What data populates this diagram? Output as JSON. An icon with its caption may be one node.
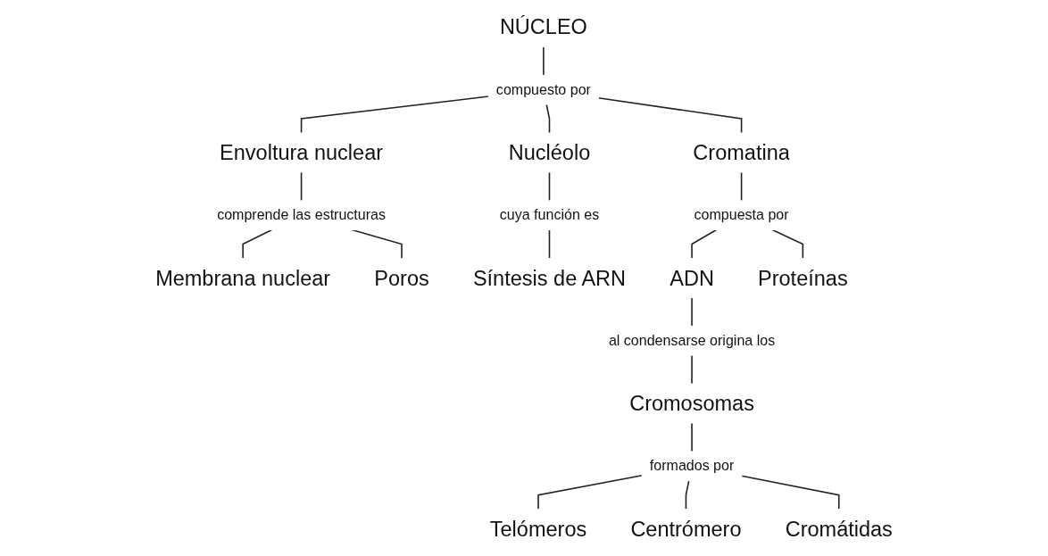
{
  "diagram": {
    "nodes": [
      {
        "text": [
          "NÚCLEO"
        ]
      },
      {
        "text": [
          "compuesto por"
        ]
      },
      {
        "text": [
          "Envoltura nuclear"
        ]
      },
      {
        "text": [
          "Nucléolo"
        ]
      },
      {
        "text": [
          "Cromatina"
        ]
      },
      {
        "text": [
          "comprende las estructuras"
        ]
      },
      {
        "text": [
          "Membrana nuclear"
        ]
      },
      {
        "text": [
          "Poros"
        ]
      },
      {
        "text": [
          "cuya función es"
        ]
      },
      {
        "text": [
          "Síntesis de ARN"
        ]
      },
      {
        "text": [
          "compuesta por"
        ]
      },
      {
        "text": [
          "ADN"
        ]
      },
      {
        "text": [
          "Proteínas"
        ]
      },
      {
        "text": [
          "al condensarse origina los"
        ]
      },
      {
        "text": [
          "Cromosomas"
        ]
      },
      {
        "text": [
          "formados por"
        ]
      },
      {
        "text": [
          "Telómeros"
        ]
      },
      {
        "text": [
          "Centrómero"
        ]
      },
      {
        "text": [
          "Cromátidas"
        ]
      }
    ],
    "edges": [
      {
        "from": 0,
        "to": 1,
        "arrow": "none"
      },
      {
        "from": 1,
        "to": 2,
        "arrow": "none"
      },
      {
        "from": 1,
        "to": 3,
        "arrow": "none"
      },
      {
        "from": 1,
        "to": 4,
        "arrow": "none"
      },
      {
        "from": 2,
        "to": 5,
        "arrow": "none"
      },
      {
        "from": 5,
        "to": 6,
        "arrow": "none"
      },
      {
        "from": 5,
        "to": 7,
        "arrow": "none"
      },
      {
        "from": 3,
        "to": 8,
        "arrow": "none"
      },
      {
        "from": 8,
        "to": 9,
        "arrow": "none"
      },
      {
        "from": 4,
        "to": 10,
        "arrow": "none"
      },
      {
        "from": 10,
        "to": 11,
        "arrow": "none"
      },
      {
        "from": 10,
        "to": 12,
        "arrow": "none"
      },
      {
        "from": 11,
        "to": 13,
        "arrow": "none"
      },
      {
        "from": 13,
        "to": 14,
        "arrow": "none"
      },
      {
        "from": 14,
        "to": 15,
        "arrow": "none"
      },
      {
        "from": 15,
        "to": 16,
        "arrow": "none"
      },
      {
        "from": 15,
        "to": 17,
        "arrow": "none"
      },
      {
        "from": 15,
        "to": 18,
        "arrow": "none"
      }
    ]
  }
}
